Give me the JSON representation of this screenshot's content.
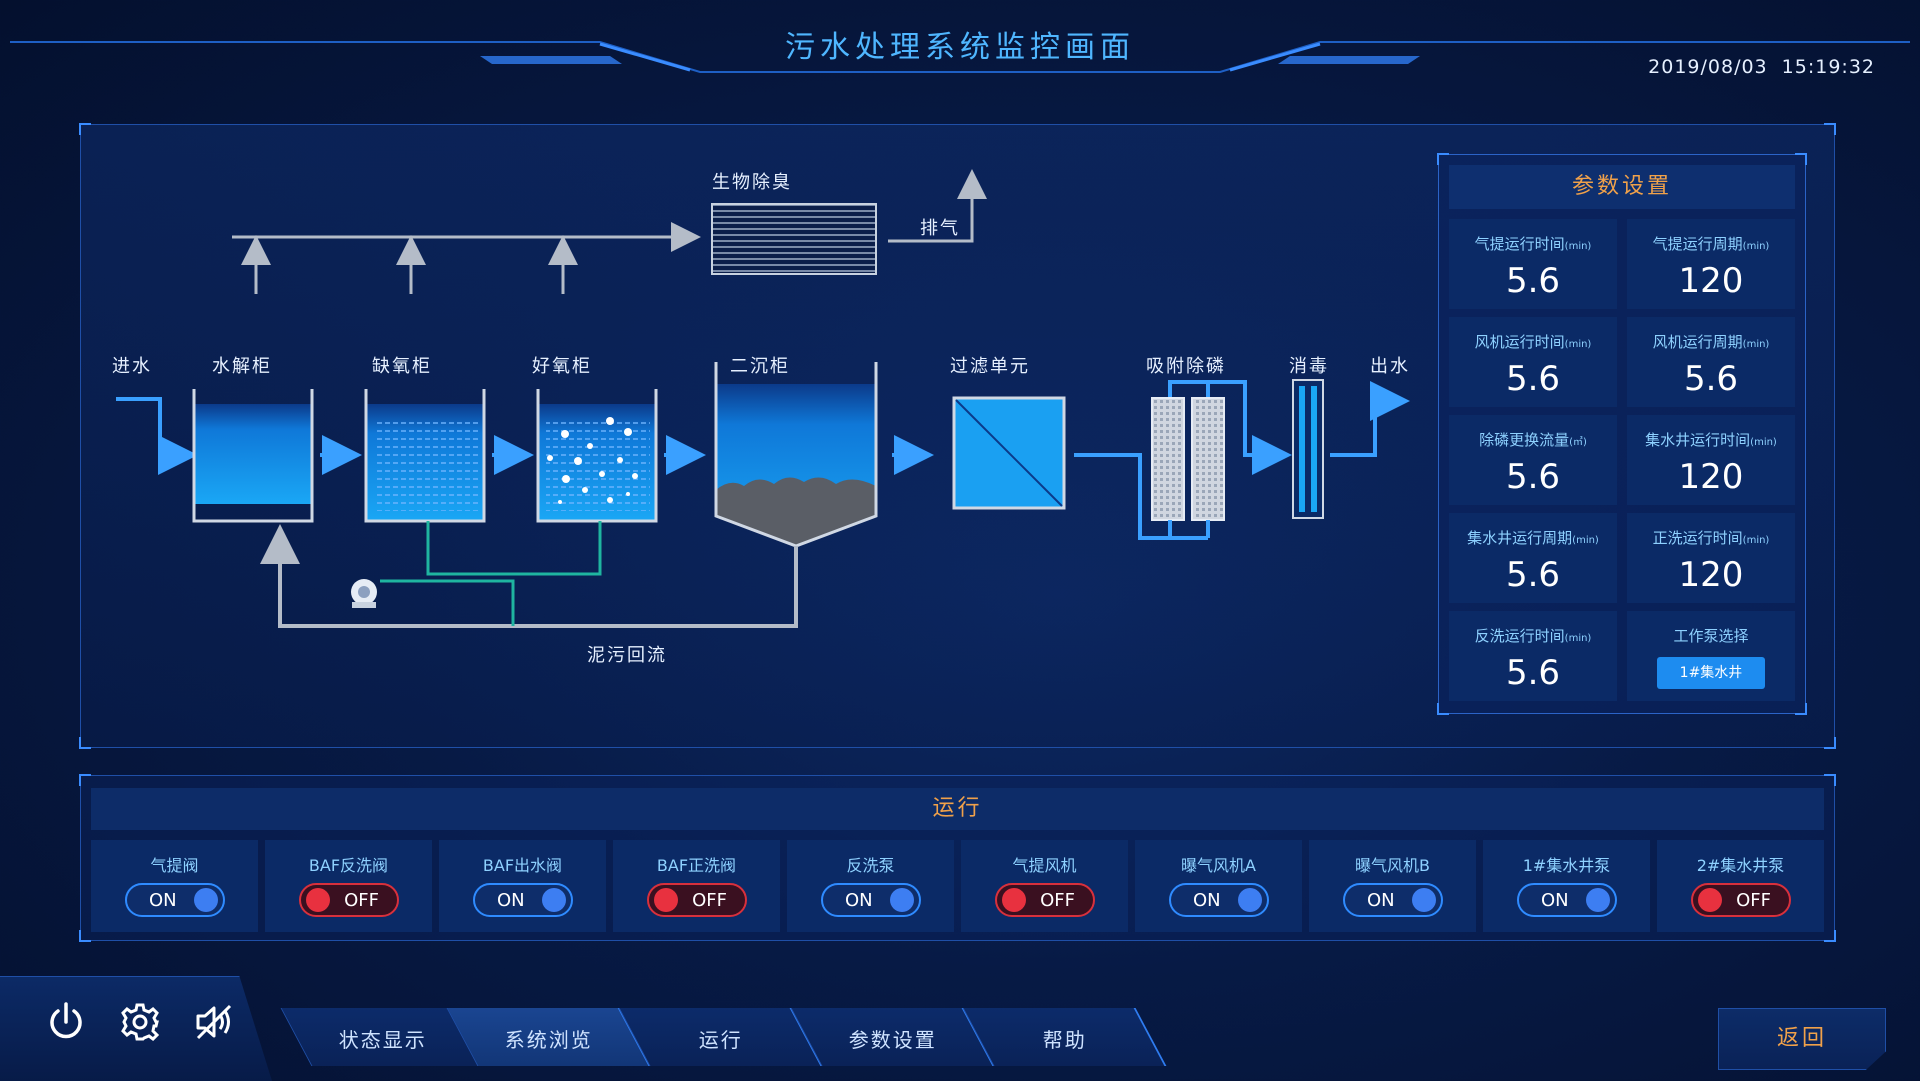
{
  "header": {
    "title": "污水处理系统监控画面",
    "date": "2019/08/03",
    "time": "15:19:32"
  },
  "diagram": {
    "labels": {
      "inlet": "进水",
      "hydrolysis": "水解柜",
      "anoxic": "缺氧柜",
      "aerobic": "好氧柜",
      "secondary_settling": "二沉柜",
      "filter": "过滤单元",
      "phosphorus": "吸附除磷",
      "disinfection": "消毒",
      "outlet": "出水",
      "deodor": "生物除臭",
      "exhaust": "排气",
      "sludge_return": "泥污回流"
    },
    "colors": {
      "water": "#1aa7f5",
      "pipe": "#3aa0ff",
      "air": "#b4bcc8",
      "aeration": "#1fb5a0"
    }
  },
  "params": {
    "title": "参数设置",
    "unit_min": "(min)",
    "unit_m3": "(㎥)",
    "cells": [
      {
        "label": "气提运行时间",
        "unit": "(min)",
        "value": "5.6"
      },
      {
        "label": "气提运行周期",
        "unit": "(min)",
        "value": "120"
      },
      {
        "label": "风机运行时间",
        "unit": "(min)",
        "value": "5.6"
      },
      {
        "label": "风机运行周期",
        "unit": "(min)",
        "value": "5.6"
      },
      {
        "label": "除磷更换流量",
        "unit": "(㎥)",
        "value": "5.6"
      },
      {
        "label": "集水井运行时间",
        "unit": "(min)",
        "value": "120"
      },
      {
        "label": "集水井运行周期",
        "unit": "(min)",
        "value": "5.6"
      },
      {
        "label": "正洗运行时间",
        "unit": "(min)",
        "value": "120"
      },
      {
        "label": "反洗运行时间",
        "unit": "(min)",
        "value": "5.6"
      }
    ],
    "pump_select": {
      "label": "工作泵选择",
      "value": "1#集水井"
    }
  },
  "run": {
    "title": "运行",
    "items": [
      {
        "label": "气提阀",
        "state": "ON"
      },
      {
        "label": "BAF反洗阀",
        "state": "OFF"
      },
      {
        "label": "BAF出水阀",
        "state": "ON"
      },
      {
        "label": "BAF正洗阀",
        "state": "OFF"
      },
      {
        "label": "反洗泵",
        "state": "ON"
      },
      {
        "label": "气提风机",
        "state": "OFF"
      },
      {
        "label": "曝气风机A",
        "state": "ON"
      },
      {
        "label": "曝气风机B",
        "state": "ON"
      },
      {
        "label": "1#集水井泵",
        "state": "ON"
      },
      {
        "label": "2#集水井泵",
        "state": "OFF"
      }
    ]
  },
  "nav": {
    "tabs": [
      {
        "label": "状态显示",
        "active": false
      },
      {
        "label": "系统浏览",
        "active": true
      },
      {
        "label": "运行",
        "active": false
      },
      {
        "label": "参数设置",
        "active": false
      },
      {
        "label": "帮助",
        "active": false
      }
    ],
    "back": "返回"
  },
  "icons": [
    "power-icon",
    "gear-icon",
    "sound-off-icon"
  ]
}
